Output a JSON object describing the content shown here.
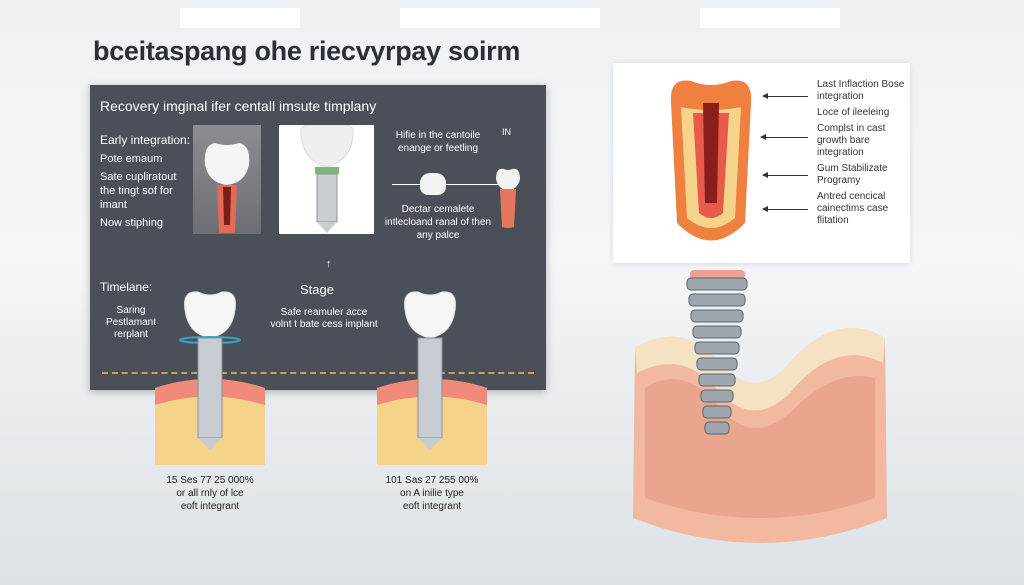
{
  "title": "bceitaspang ohe riecvyrpay soirm",
  "panel": {
    "heading": "Recovery imginal ifer centall imsute timplany",
    "early_heading": "Early integration:",
    "early_lines": [
      "Pote emaum",
      "Sate cupliratout the tingt sof for imant",
      "Now stiphing"
    ],
    "middle_top": "Hifie in the cantoile enange or feetling",
    "middle_bottom": "Dectar cemalete intlecloand ranal of then any palce",
    "in_label": "IN",
    "timeline_heading": "Timelane:",
    "timeline_lines": "Saring Pestlamant rerplant",
    "stage_heading": "Stage",
    "stage_lines": "Safe reamuler acce volnt t bate cess implant"
  },
  "captions": [
    {
      "line1": "15 Ses 77 25 000%",
      "line2": "or all rnly of lce",
      "line3": "eoft integrant"
    },
    {
      "line1": "101 Sas 27 255 00%",
      "line2": "on A inilie type",
      "line3": "eoft integrant"
    }
  ],
  "card": {
    "labels": [
      "Last Inflaction Bose integration",
      "Loce of ileeleing",
      "Complst in cast growth bare integration",
      "Gum Stabilizate Programy",
      "Antred cencical cainectims case flitation"
    ]
  },
  "colors": {
    "panel": "#4b5058",
    "gum": "#f08a7a",
    "bone": "#f6d38a"
  }
}
